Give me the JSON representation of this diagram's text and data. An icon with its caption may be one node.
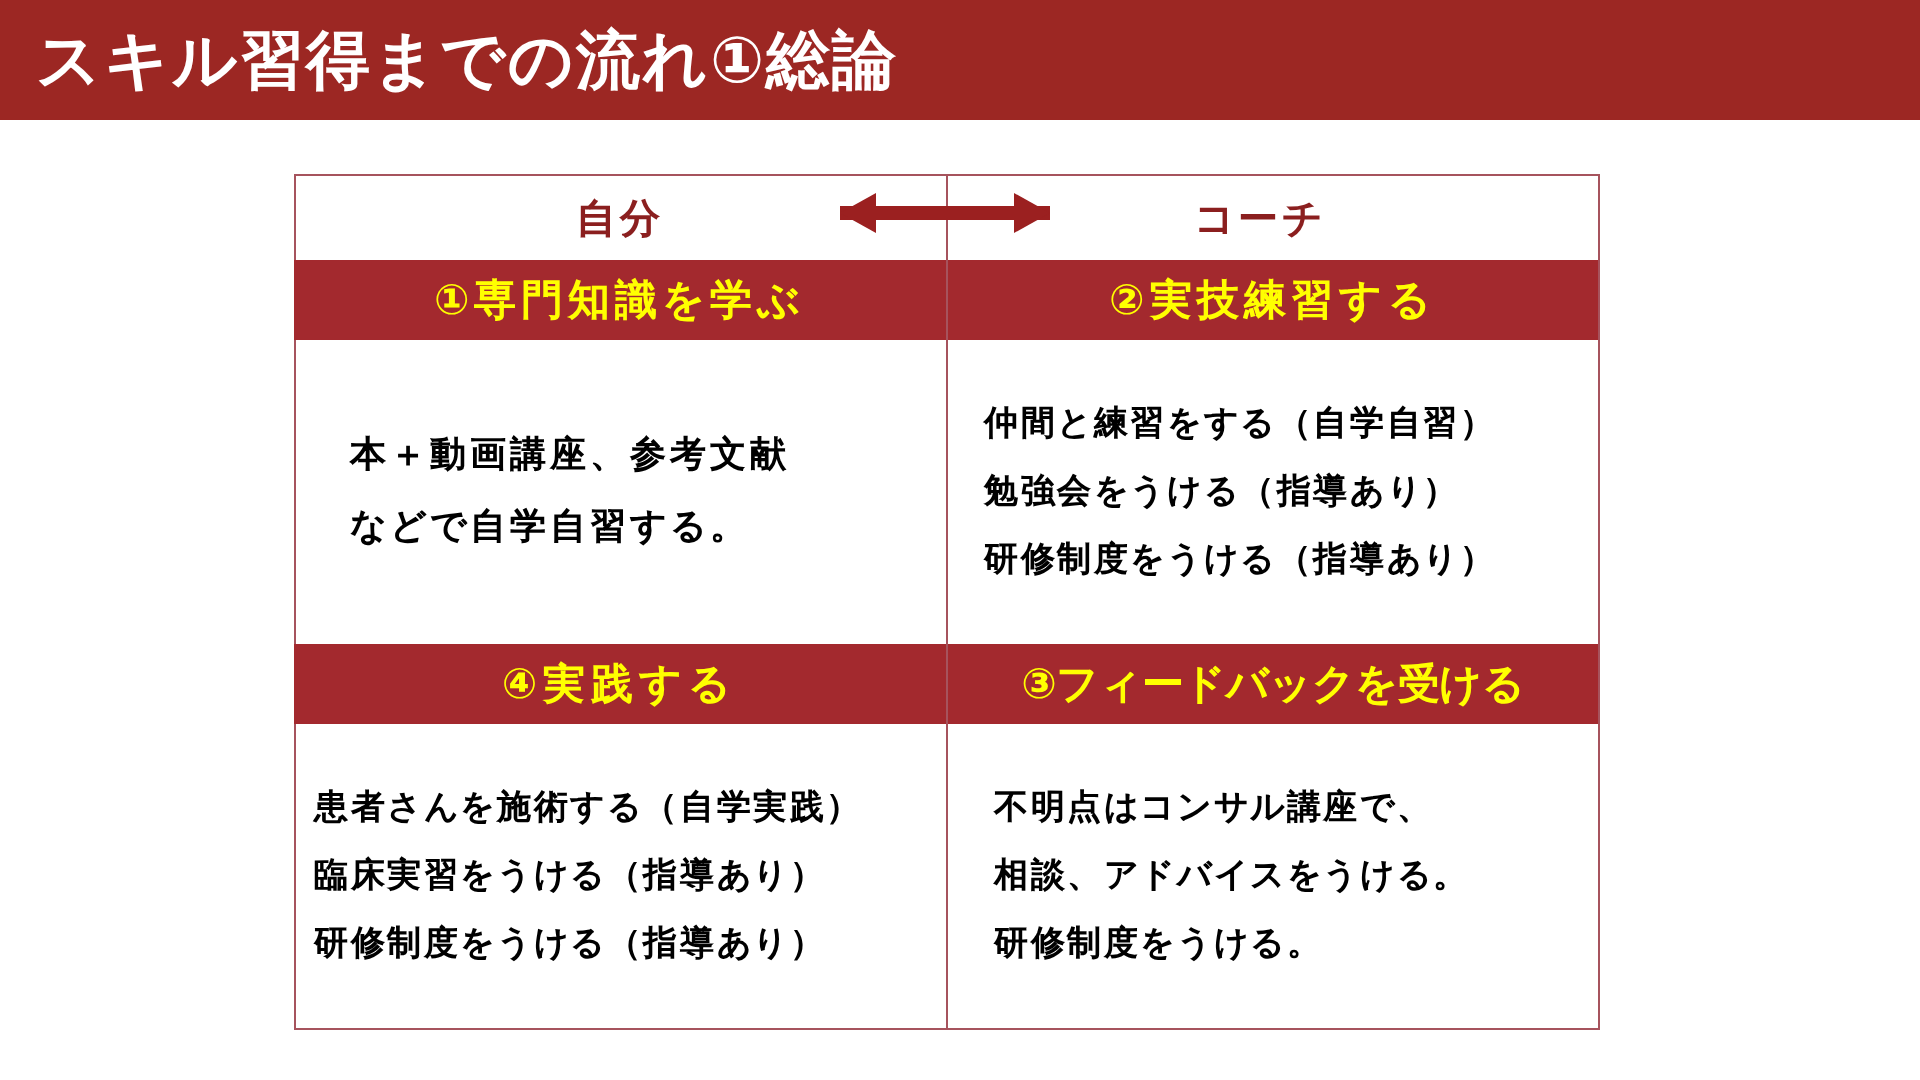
{
  "diagram": {
    "title": "スキル習得までの流れ①総論",
    "nodes": [
      {
        "text": [
          "自分"
        ]
      },
      {
        "text": [
          "コーチ"
        ]
      },
      {
        "text": [
          "①専門知識を学ぶ"
        ]
      },
      {
        "text": [
          "②実技練習する"
        ]
      },
      {
        "text": [
          "本＋動画講座、参考文献などで自学自習する。"
        ]
      },
      {
        "text": [
          "仲間と練習をする（自学自習）",
          "勉強会をうける（指導あり）",
          "研修制度をうける（指導あり）"
        ]
      },
      {
        "text": [
          "④実践する"
        ]
      },
      {
        "text": [
          "③フィードバックを受ける"
        ]
      },
      {
        "text": [
          "患者さんを施術する（自学実践）",
          "臨床実習をうける（指導あり）",
          "研修制度をうける（指導あり）"
        ]
      },
      {
        "text": [
          "不明点はコンサル講座で、",
          "相談、アドバイスをうける。",
          "研修制度をうける。"
        ]
      }
    ],
    "edges": [
      {
        "from": 0,
        "to": 1,
        "arrow": "both"
      }
    ]
  }
}
